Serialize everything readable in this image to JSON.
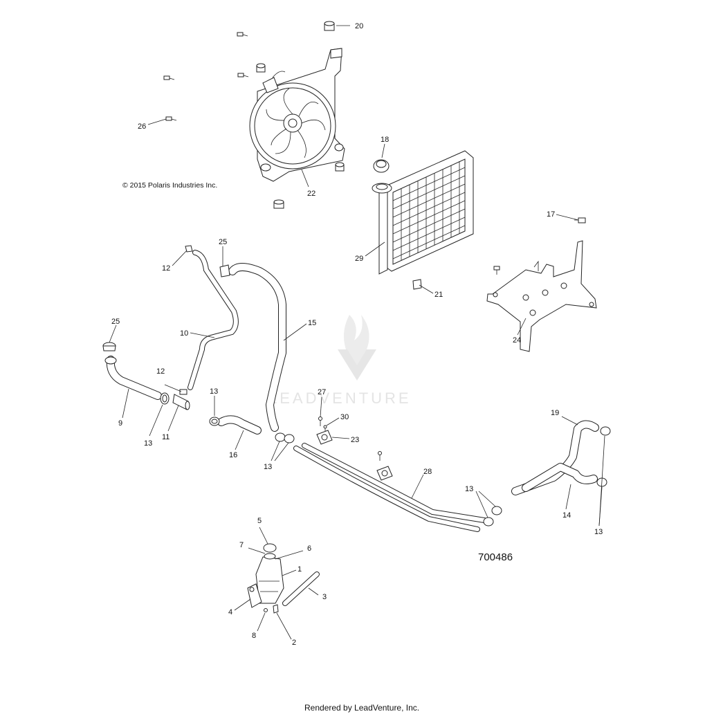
{
  "copyright": "© 2015 Polaris Industries Inc.",
  "diagram_number": "700486",
  "footer": "Rendered by LeadVenture, Inc.",
  "watermark": "LEADVENTURE",
  "callouts": {
    "c1": "1",
    "c2": "2",
    "c3": "3",
    "c4": "4",
    "c5": "5",
    "c6": "6",
    "c7": "7",
    "c8": "8",
    "c9": "9",
    "c10": "10",
    "c11": "11",
    "c12a": "12",
    "c12b": "12",
    "c13a": "13",
    "c13b": "13",
    "c13c": "13",
    "c13d": "13",
    "c13e": "13",
    "c14": "14",
    "c15": "15",
    "c16": "16",
    "c17": "17",
    "c18": "18",
    "c19": "19",
    "c20": "20",
    "c21": "21",
    "c22": "22",
    "c23": "23",
    "c24": "24",
    "c25a": "25",
    "c25b": "25",
    "c26": "26",
    "c27": "27",
    "c28": "28",
    "c29": "29",
    "c30": "30"
  }
}
